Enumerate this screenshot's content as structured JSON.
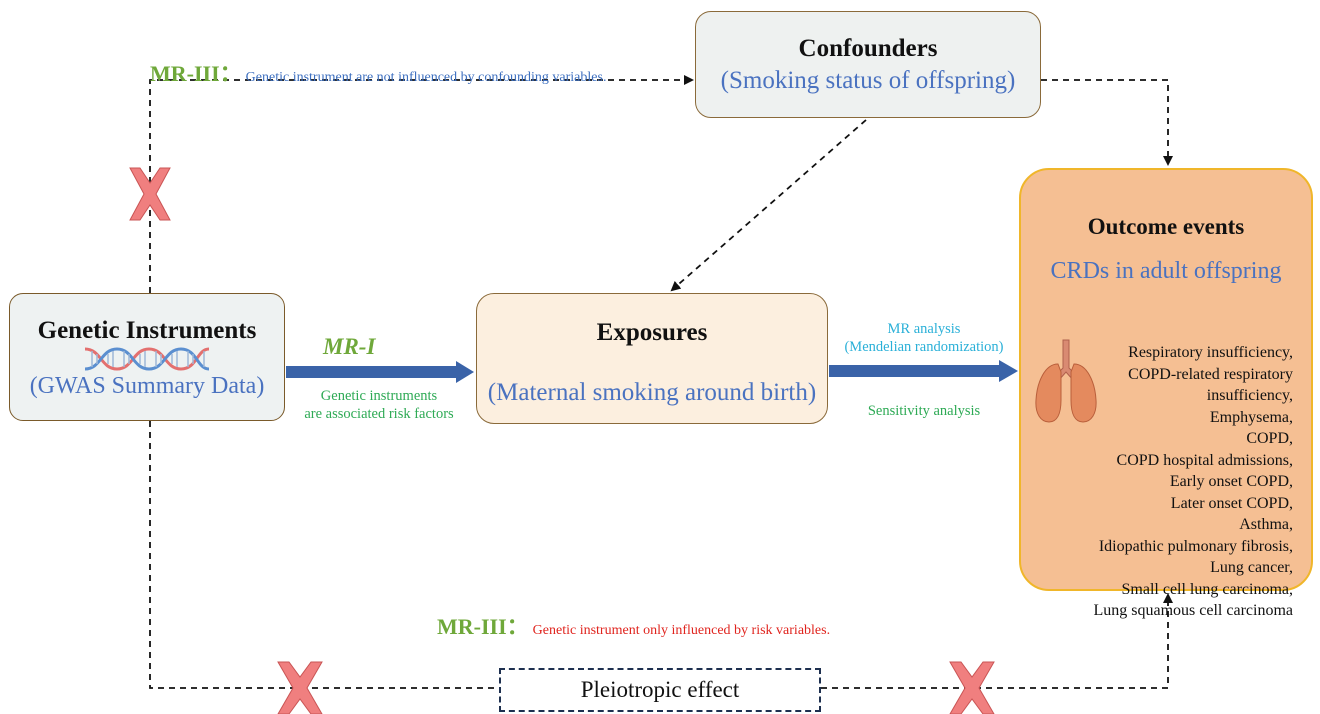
{
  "genetic_instruments": {
    "title": "Genetic Instruments",
    "subtitle": "(GWAS  Summary Data)"
  },
  "confounders": {
    "title": "Confounders",
    "subtitle": "(Smoking status of offspring)"
  },
  "exposures": {
    "title": "Exposures",
    "subtitle": "(Maternal smoking around birth)"
  },
  "outcome": {
    "title": "Outcome events",
    "subtitle": "CRDs in adult offspring",
    "items": [
      "Respiratory insufficiency,",
      "COPD-related respiratory",
      "insufficiency,",
      "Emphysema,",
      "COPD,",
      "COPD hospital admissions,",
      "Early onset COPD,",
      "Later onset COPD,",
      "Asthma,",
      "Idiopathic pulmonary fibrosis,",
      "Lung cancer,",
      "Small cell lung carcinoma,",
      "Lung squamous cell carcinoma"
    ]
  },
  "pleiotropic": "Pleiotropic effect",
  "mr_iii_top": {
    "tag": "MR-III：",
    "text": "Genetic instrument are not influenced by confounding variables."
  },
  "mr_iii_bottom": {
    "tag": "MR-III：",
    "text": "Genetic instrument only influenced by risk variables."
  },
  "mr_i": {
    "tag": "MR-I",
    "line1": "Genetic instruments",
    "line2": "are associated  risk factors"
  },
  "mr_analysis": {
    "line1": "MR analysis",
    "line2": "(Mendelian randomization)",
    "sensitivity": "Sensitivity analysis"
  },
  "colors": {
    "arrow_blue": "#3a63a8",
    "cross_red": "#f07f7f",
    "outcome_fill": "#f5bf93",
    "title_green": "#6fa83a"
  }
}
